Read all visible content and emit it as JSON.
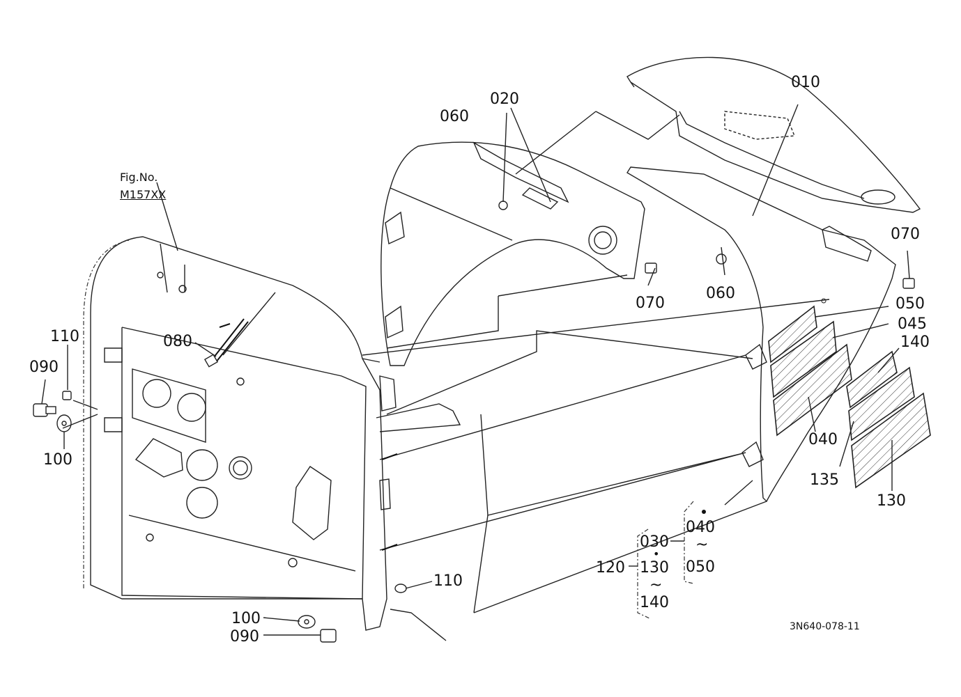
{
  "figure": {
    "fig_no_label": "Fig.No.",
    "fig_no_value": "M157XX",
    "drawing_code": "3N640-078-11"
  },
  "callouts": {
    "p010": "010",
    "p020": "020",
    "p060a": "060",
    "p060b": "060",
    "p070a": "070",
    "p070b": "070",
    "p080": "080",
    "p110a": "110",
    "p110b": "110",
    "p090a": "090",
    "p090b": "090",
    "p100a": "100",
    "p100b": "100",
    "p050": "050",
    "p045": "045",
    "p140": "140",
    "p040": "040",
    "p135": "135",
    "p130": "130"
  },
  "group_bracket": {
    "g040": "040",
    "g_tilde1": "~",
    "g050": "050",
    "g030": "030",
    "g_dot": "•",
    "g130": "130",
    "g_tilde2": "~",
    "g140": "140",
    "g120": "120"
  }
}
